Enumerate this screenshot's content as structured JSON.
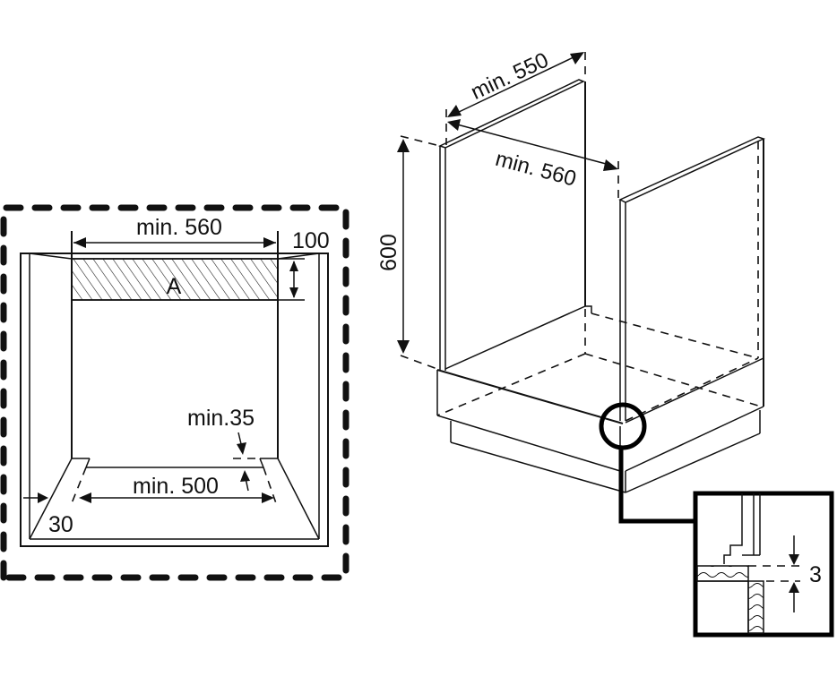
{
  "front_view": {
    "title": "Front view of installation niche",
    "labels": {
      "width_top": "min. 560",
      "height_zone": "100",
      "zone_marker": "A",
      "gap_bottom": "min.35",
      "width_bottom": "min. 500",
      "side_offset": "30"
    }
  },
  "iso_view": {
    "title": "Isometric view of cabinet",
    "labels": {
      "depth": "min. 550",
      "width": "min. 560",
      "height": "600"
    }
  },
  "detail_view": {
    "title": "Detail of base clearance",
    "labels": {
      "gap": "3"
    }
  },
  "colors": {
    "line": "#111111",
    "background": "#ffffff"
  }
}
